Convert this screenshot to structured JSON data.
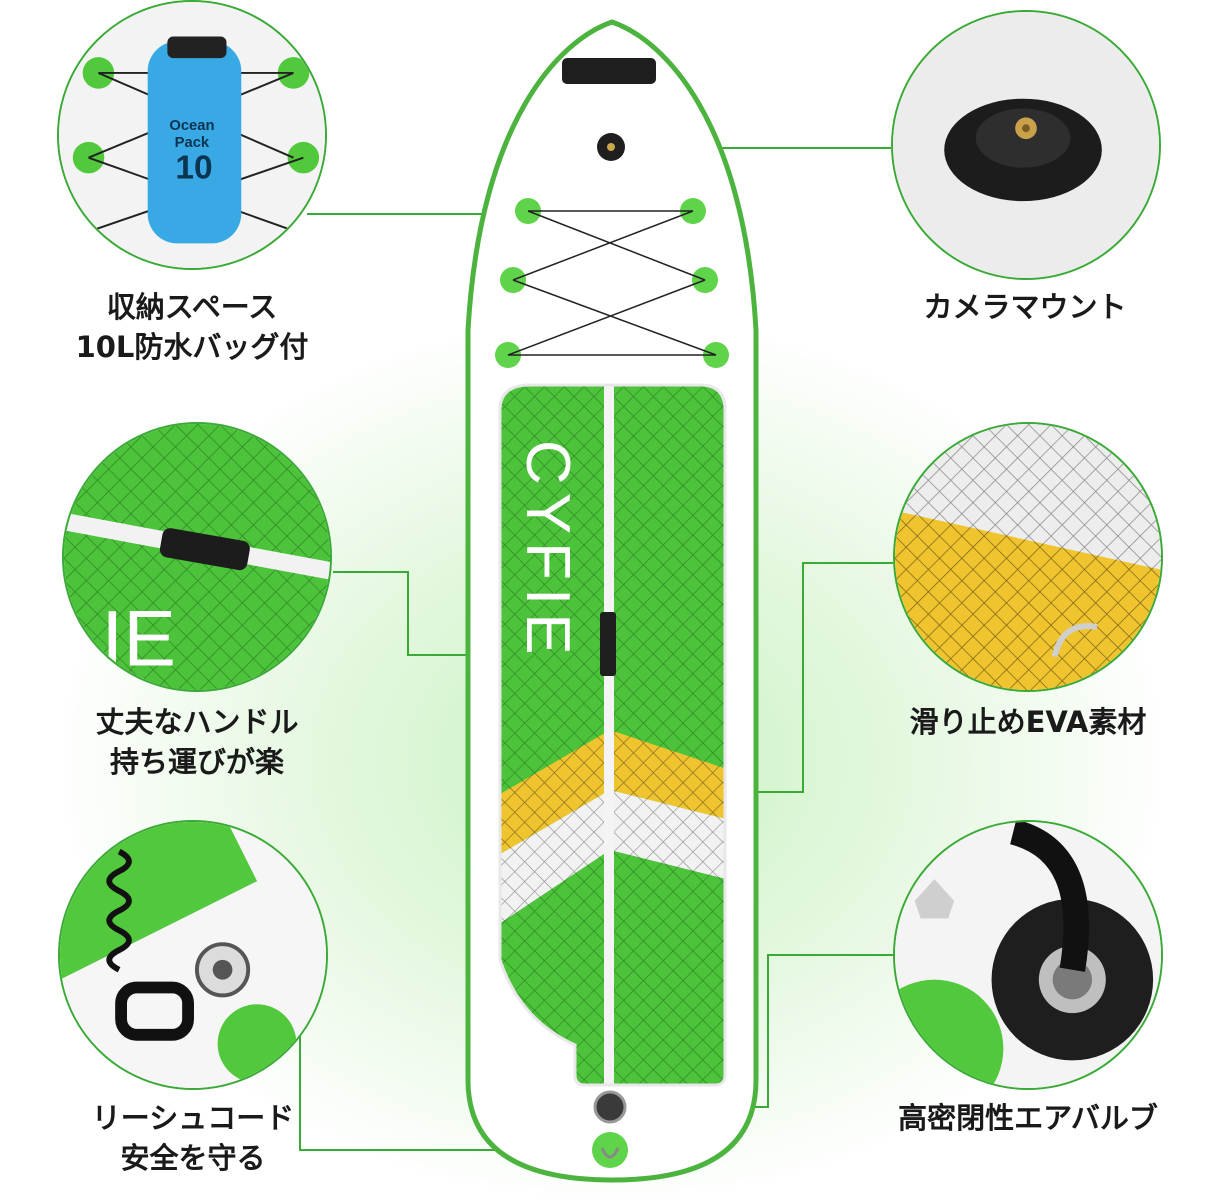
{
  "colors": {
    "accent": "#3aaa36",
    "board_green": "#4cc33a",
    "yellow": "#f0c42e",
    "white": "#ffffff",
    "dark": "#1a1a1a"
  },
  "board": {
    "logo": "CYFIE"
  },
  "callouts": {
    "storage": {
      "label": "収納スペース\n10L防水バッグ付",
      "bag_text": "Ocean\nPack\n10"
    },
    "camera": {
      "label": "カメラマウント"
    },
    "handle": {
      "label": "丈夫なハンドル\n持ち運びが楽",
      "logo_fragment": "IE"
    },
    "eva": {
      "label": "滑り止めEVA素材"
    },
    "leash": {
      "label": "リーシュコード\n安全を守る"
    },
    "valve": {
      "label": "高密閉性エアバルブ"
    }
  }
}
